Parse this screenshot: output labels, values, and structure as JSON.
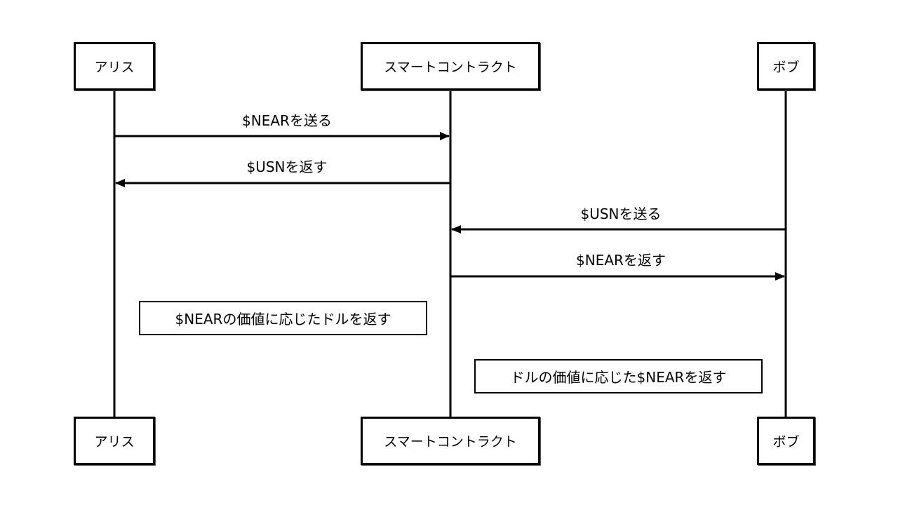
{
  "participants": [
    {
      "id": "alice",
      "label": "アリス"
    },
    {
      "id": "contract",
      "label": "スマートコントラクト"
    },
    {
      "id": "bob",
      "label": "ボブ"
    }
  ],
  "messages": [
    {
      "from": "alice",
      "to": "contract",
      "label": "$NEARを送る"
    },
    {
      "from": "contract",
      "to": "alice",
      "label": "$USNを返す"
    },
    {
      "from": "bob",
      "to": "contract",
      "label": "$USNを送る"
    },
    {
      "from": "contract",
      "to": "bob",
      "label": "$NEARを返す"
    }
  ],
  "notes": [
    {
      "label": "$NEARの価値に応じたドルを返す"
    },
    {
      "label": "ドルの価値に応じた$NEARを返す"
    }
  ]
}
